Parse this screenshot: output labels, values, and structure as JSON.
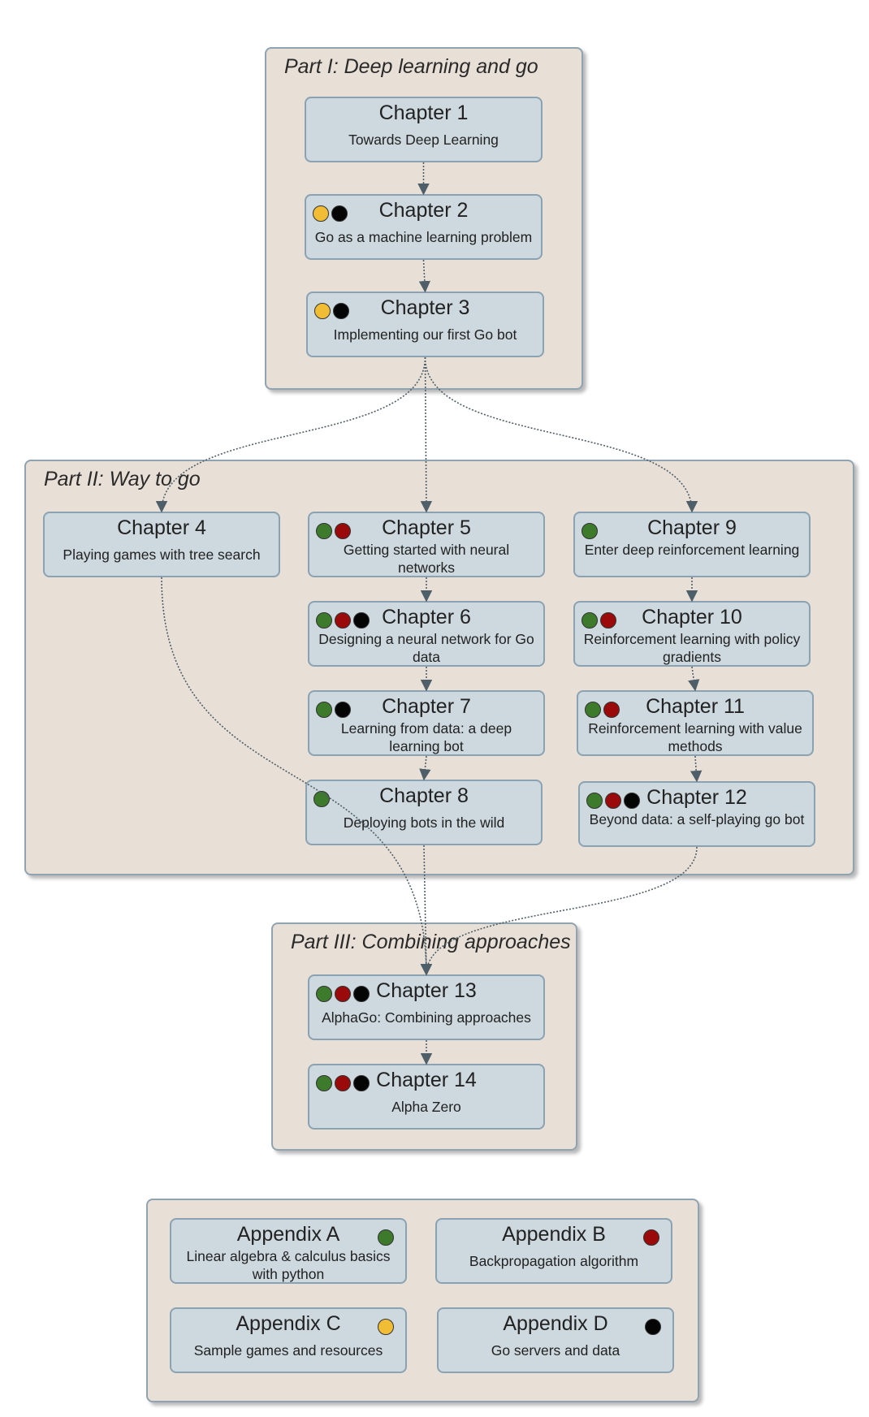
{
  "colors": {
    "green": "#3d7a2c",
    "red": "#9a0a0a",
    "black": "#050505",
    "yellow": "#f0bd35"
  },
  "parts": [
    {
      "id": "part1",
      "title": "Part I: Deep learning and go",
      "nodes": [
        {
          "id": "ch1",
          "title": "Chapter 1",
          "subtitle": "Towards Deep Learning",
          "dots": []
        },
        {
          "id": "ch2",
          "title": "Chapter 2",
          "subtitle": "Go as a machine learning problem",
          "dots": [
            "yellow",
            "black"
          ]
        },
        {
          "id": "ch3",
          "title": "Chapter 3",
          "subtitle": "Implementing our first Go bot",
          "dots": [
            "yellow",
            "black"
          ]
        }
      ]
    },
    {
      "id": "part2",
      "title": "Part II: Way to go",
      "nodes": [
        {
          "id": "ch4",
          "title": "Chapter 4",
          "subtitle": "Playing games with tree search",
          "dots": []
        },
        {
          "id": "ch5",
          "title": "Chapter 5",
          "subtitle": "Getting started with neural networks",
          "dots": [
            "green",
            "red"
          ]
        },
        {
          "id": "ch6",
          "title": "Chapter 6",
          "subtitle": "Designing a neural network for Go data",
          "dots": [
            "green",
            "red",
            "black"
          ]
        },
        {
          "id": "ch7",
          "title": "Chapter 7",
          "subtitle": "Learning from data: a deep learning bot",
          "dots": [
            "green",
            "black"
          ]
        },
        {
          "id": "ch8",
          "title": "Chapter 8",
          "subtitle": "Deploying bots in the wild",
          "dots": [
            "green"
          ]
        },
        {
          "id": "ch9",
          "title": "Chapter 9",
          "subtitle": "Enter deep reinforcement learning",
          "dots": [
            "green"
          ]
        },
        {
          "id": "ch10",
          "title": "Chapter 10",
          "subtitle": "Reinforcement learning with policy gradients",
          "dots": [
            "green",
            "red"
          ]
        },
        {
          "id": "ch11",
          "title": "Chapter 11",
          "subtitle": "Reinforcement learning with value methods",
          "dots": [
            "green",
            "red"
          ]
        },
        {
          "id": "ch12",
          "title": "Chapter 12",
          "subtitle": "Beyond data: a self-playing go bot",
          "dots": [
            "green",
            "red",
            "black"
          ]
        }
      ]
    },
    {
      "id": "part3",
      "title": "Part III: Combining approaches",
      "nodes": [
        {
          "id": "ch13",
          "title": "Chapter 13",
          "subtitle": "AlphaGo: Combining approaches",
          "dots": [
            "green",
            "red",
            "black"
          ]
        },
        {
          "id": "ch14",
          "title": "Chapter 14",
          "subtitle": "Alpha Zero",
          "dots": [
            "green",
            "red",
            "black"
          ]
        }
      ]
    },
    {
      "id": "appendix",
      "title": "",
      "nodes": [
        {
          "id": "appA",
          "title": "Appendix A",
          "subtitle": "Linear algebra & calculus basics with python",
          "dots": [
            "green"
          ]
        },
        {
          "id": "appB",
          "title": "Appendix B",
          "subtitle": "Backpropagation algorithm",
          "dots": [
            "red"
          ]
        },
        {
          "id": "appC",
          "title": "Appendix C",
          "subtitle": "Sample games and resources",
          "dots": [
            "yellow"
          ]
        },
        {
          "id": "appD",
          "title": "Appendix D",
          "subtitle": "Go servers and data",
          "dots": [
            "black"
          ]
        }
      ]
    }
  ],
  "edges": [
    {
      "from": "ch1",
      "to": "ch2"
    },
    {
      "from": "ch2",
      "to": "ch3"
    },
    {
      "from": "ch3",
      "to": "ch4"
    },
    {
      "from": "ch3",
      "to": "ch5"
    },
    {
      "from": "ch3",
      "to": "ch9"
    },
    {
      "from": "ch5",
      "to": "ch6"
    },
    {
      "from": "ch6",
      "to": "ch7"
    },
    {
      "from": "ch7",
      "to": "ch8"
    },
    {
      "from": "ch9",
      "to": "ch10"
    },
    {
      "from": "ch10",
      "to": "ch11"
    },
    {
      "from": "ch11",
      "to": "ch12"
    },
    {
      "from": "ch4",
      "to": "ch13"
    },
    {
      "from": "ch8",
      "to": "ch13"
    },
    {
      "from": "ch12",
      "to": "ch13"
    },
    {
      "from": "ch13",
      "to": "ch14"
    }
  ]
}
